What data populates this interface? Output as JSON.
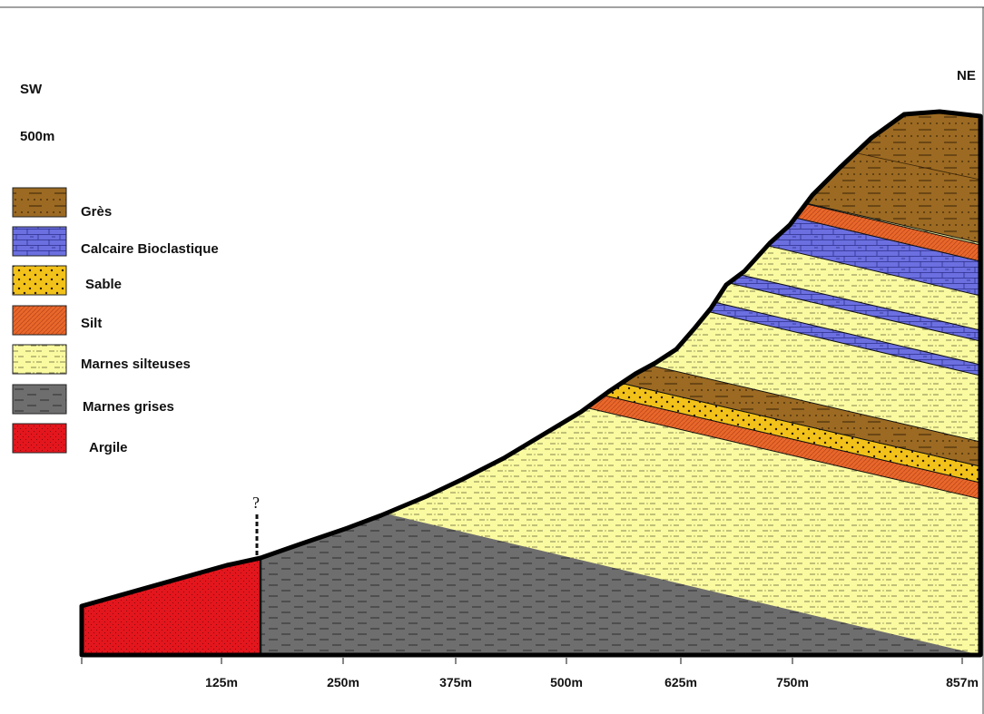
{
  "orientation": {
    "left": "SW",
    "right": "NE"
  },
  "elevation_label": "500m",
  "unknown_marker": "?",
  "colors": {
    "gres": "#9c6a22",
    "calcaire": "#6b6fe0",
    "sable": "#f2c21a",
    "silt": "#e8672a",
    "marnes_silteuses": "#fafaa0",
    "marnes_grises": "#6e6e6e",
    "argile": "#e4161d"
  },
  "legend": [
    {
      "key": "gres",
      "label": "Grès",
      "pattern": "pat-gres"
    },
    {
      "key": "calcaire",
      "label": "Calcaire Bioclastique",
      "pattern": "pat-calcaire"
    },
    {
      "key": "sable",
      "label": "Sable",
      "pattern": "pat-sable"
    },
    {
      "key": "silt",
      "label": "Silt",
      "pattern": "pat-silt"
    },
    {
      "key": "marnes_silteuses",
      "label": "Marnes silteuses",
      "pattern": "pat-marnes-silteuses"
    },
    {
      "key": "marnes_grises",
      "label": "Marnes grises",
      "pattern": "pat-marnes-grises"
    },
    {
      "key": "argile",
      "label": "Argile",
      "pattern": "pat-argile"
    }
  ],
  "x_axis": {
    "ticks": [
      "125m",
      "250m",
      "375m",
      "500m",
      "625m",
      "750m",
      "857m"
    ]
  }
}
